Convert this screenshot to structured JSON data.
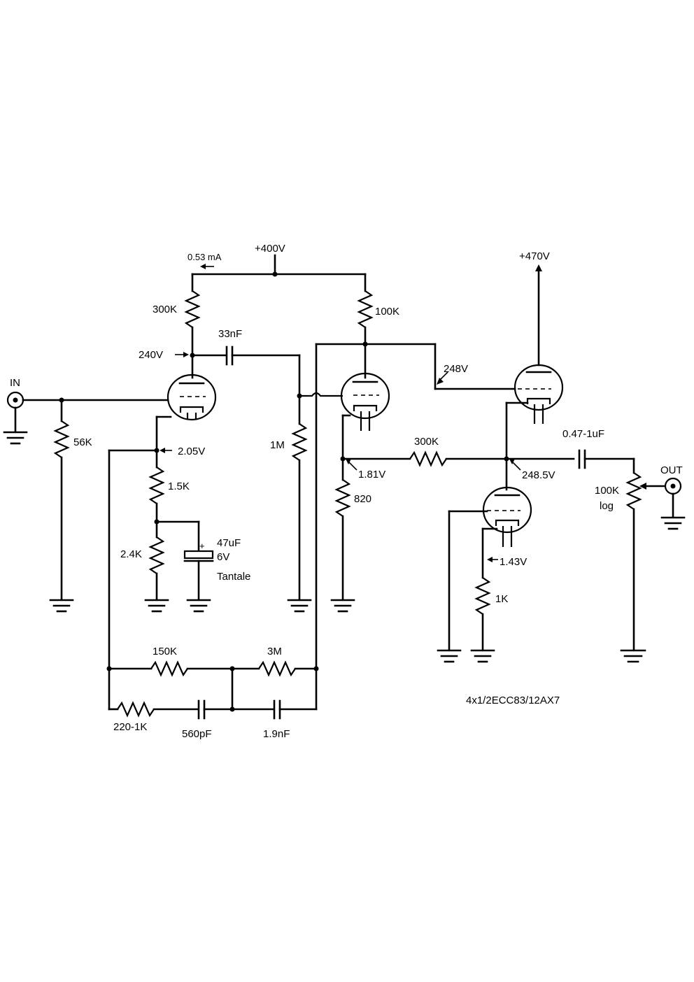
{
  "labels": {
    "supply1": "+400V",
    "current": "0.53 mA",
    "supply2": "+470V",
    "in": "IN",
    "out": "OUT",
    "r_300k_top": "300K",
    "r_100k": "100K",
    "v_240": "240V",
    "c_33nf": "33nF",
    "r_56k": "56K",
    "v_205": "2.05V",
    "r_15k": "1.5K",
    "r_24k": "2.4K",
    "c_47uf": "47uF",
    "c_6v": "6V",
    "c_tantale": "Tantale",
    "r_1m": "1M",
    "v_181": "1.81V",
    "r_820": "820",
    "r_300k_mid": "300K",
    "v_248": "248V",
    "v_2485": "248.5V",
    "c_047": "0.47-1uF",
    "pot_100k": "100K",
    "pot_log": "log",
    "v_143": "1.43V",
    "r_1k": "1K",
    "r_150k": "150K",
    "r_3m": "3M",
    "r_220": "220-1K",
    "c_560pf": "560pF",
    "c_19nf": "1.9nF",
    "tube_note": "4x1/2ECC83/12AX7"
  }
}
